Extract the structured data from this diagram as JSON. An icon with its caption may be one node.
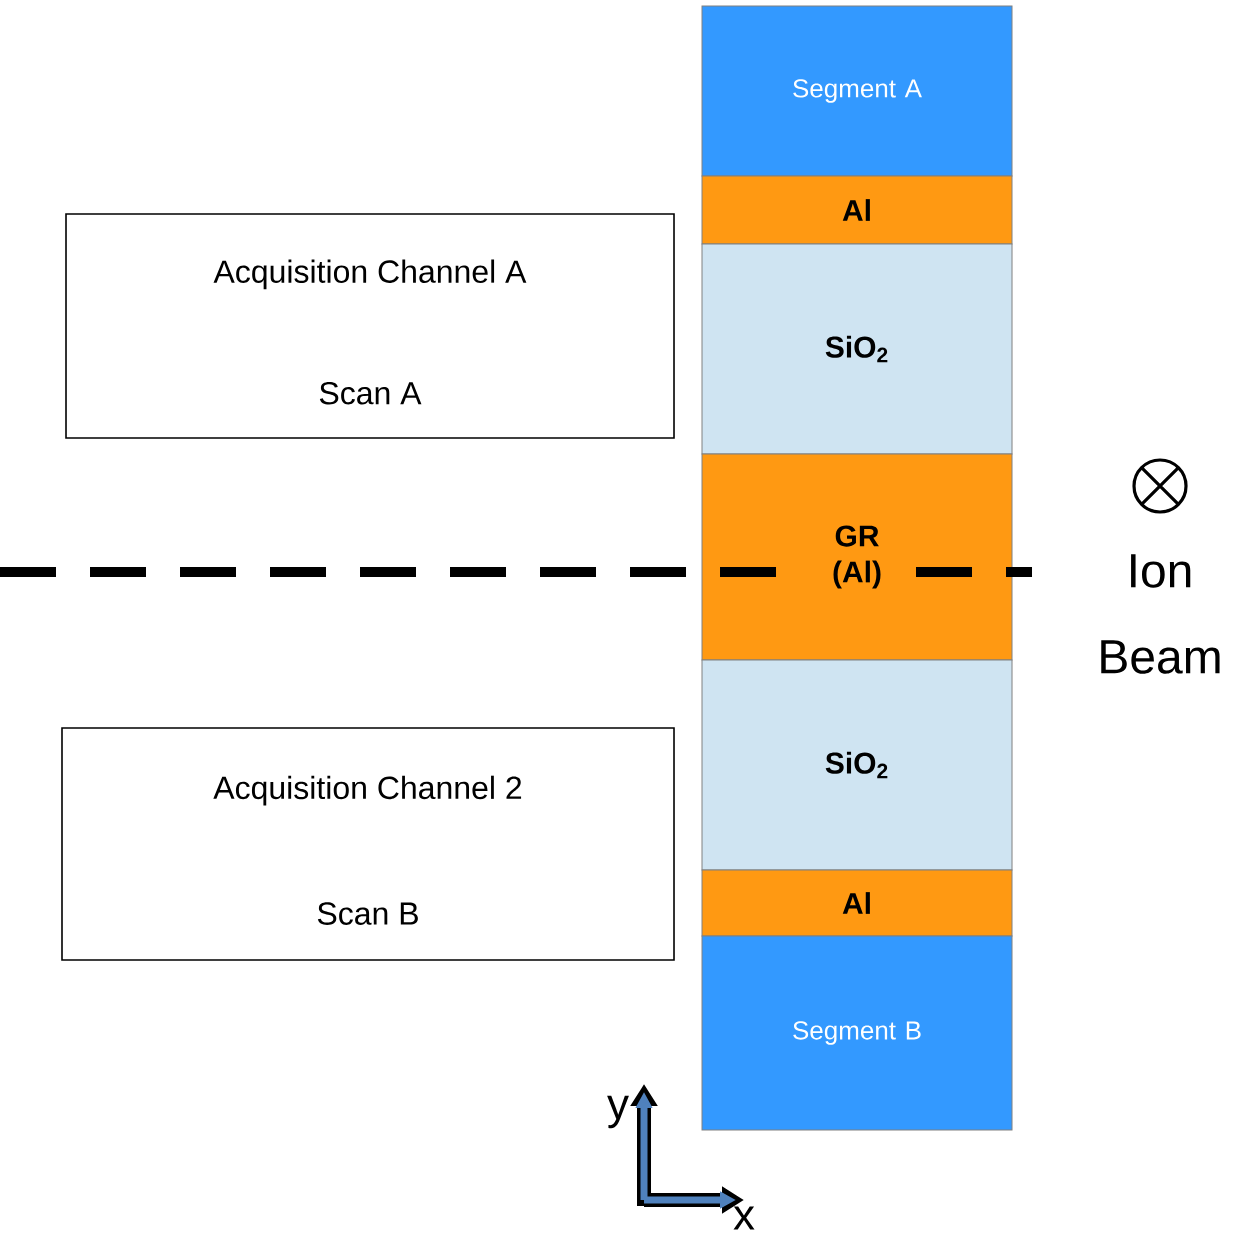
{
  "diagram": {
    "nodes": [
      {
        "text": [
          "Acquisition Channel A",
          "Scan A"
        ]
      },
      {
        "text": [
          "Acquisition Channel 2",
          "Scan B"
        ]
      },
      {
        "text": [
          "Segment A"
        ]
      },
      {
        "text": [
          "Al"
        ]
      },
      {
        "text": [
          "SiO$_{2}$"
        ]
      },
      {
        "text": [
          "GR (Al)"
        ]
      },
      {
        "text": [
          "SiO$_{2}$"
        ]
      },
      {
        "text": [
          "Al"
        ]
      },
      {
        "text": [
          "Segment B"
        ]
      }
    ],
    "labels": [
      "Ion Beam",
      "y",
      "x"
    ]
  }
}
